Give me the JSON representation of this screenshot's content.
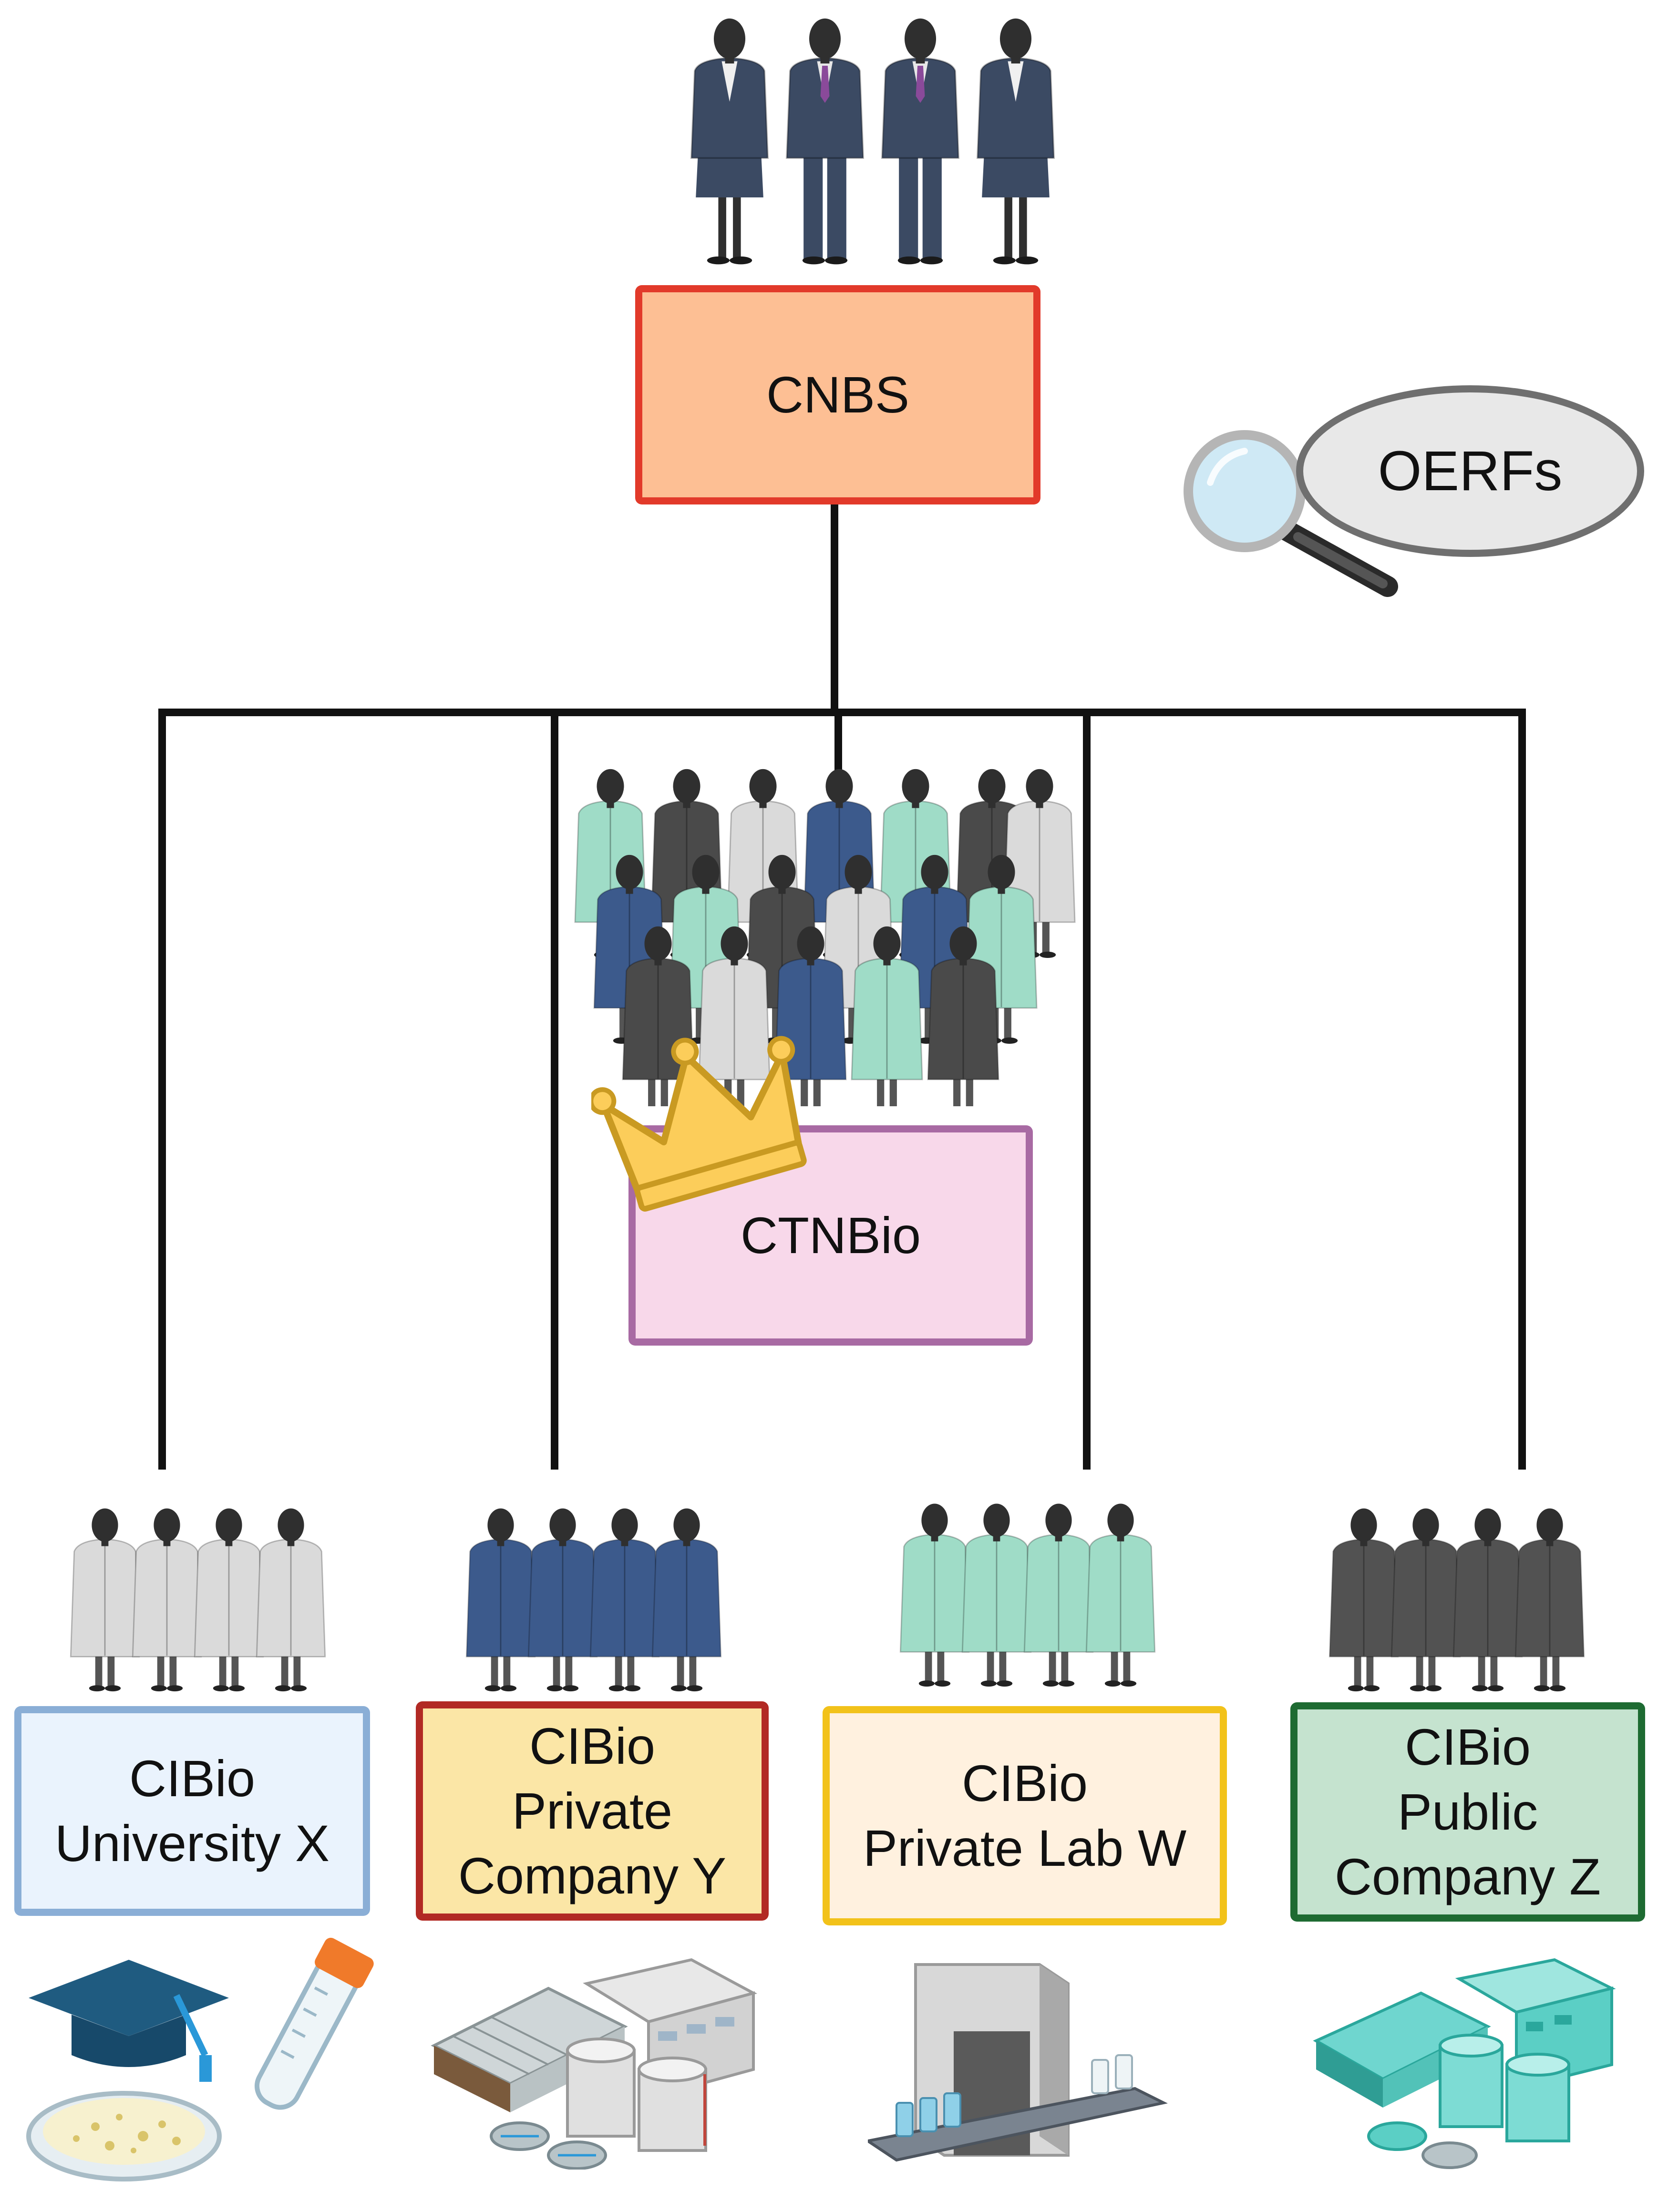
{
  "nodes": {
    "top": {
      "label": "CNBS",
      "fill": "#fdbf94",
      "stroke": "#e23a2a"
    },
    "oversight": {
      "label": "OERFs",
      "fill": "#e8e8e8",
      "stroke": "#6f6f6f"
    },
    "commission": {
      "label": "CTNBio",
      "fill": "#f8d8ea",
      "stroke": "#a86aa3"
    },
    "cibios": [
      {
        "lines": [
          "CIBio",
          "University X"
        ],
        "fill": "#eaf3fd",
        "stroke": "#8aaed6",
        "coat": "#dadada"
      },
      {
        "lines": [
          "CIBio",
          "Private",
          "Company Y"
        ],
        "fill": "#fbe6a6",
        "stroke": "#b22a24",
        "coat": "#3c5a8c"
      },
      {
        "lines": [
          "CIBio",
          "Private Lab W"
        ],
        "fill": "#fff1df",
        "stroke": "#f2c21a",
        "coat": "#9fdcc7"
      },
      {
        "lines": [
          "CIBio",
          "Public",
          "Company Z"
        ],
        "fill": "#c5e3cf",
        "stroke": "#1e6b32",
        "coat": "#525252"
      }
    ]
  },
  "icons": {
    "board_members": "business-people-icon",
    "scientists": "scientist-group-icon",
    "crown": "crown-icon",
    "magnifier": "magnifying-glass-icon",
    "university": [
      "graduation-cap-icon",
      "test-tube-icon",
      "petri-dish-icon"
    ],
    "company": "greenhouse-factory-icon",
    "lab": "lab-conveyor-icon"
  },
  "colors": {
    "connector": "#111111",
    "suit": "#3b4a63",
    "skin": "#2f2f2f",
    "crown_fill": "#fccd5a",
    "crown_stroke": "#c99a22",
    "glass": "#cfe9f5",
    "commission_coats": [
      "#9fdcc7",
      "#4a4a4a",
      "#dadada",
      "#3c5a8c"
    ]
  }
}
